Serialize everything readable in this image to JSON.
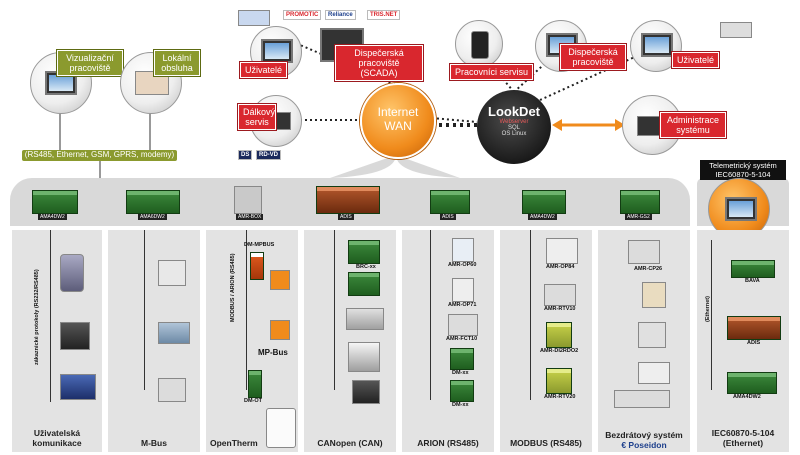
{
  "top": {
    "internet": {
      "line1": "Internet",
      "line2": "WAN"
    },
    "lookdet": {
      "title": "LookDet",
      "line1": "Webserver",
      "line2": "SQL",
      "line3": "OS Linux"
    },
    "nodes": {
      "vizualizacni": "Vizualizační pracoviště",
      "lokalni": "Lokální obsluha",
      "uzivatele_left": "Uživatelé",
      "dispecerska_scada": "Dispečerská pracoviště (SCADA)",
      "dalkovy_servis": "Dálkový servis",
      "pracovnici_servisu": "Pracovníci servisu",
      "dispecerska_right": "Dispečerská pracoviště",
      "uzivatele_right": "Uživatelé",
      "administrace": "Administrace systému",
      "telemetricky": "Telemetrický systém IEC60870-5-104"
    },
    "local_band": "(RS485, Ethernet, GSM, GPRS, modemy)",
    "logos": [
      "PROMOTIC",
      "Reliance",
      "TRIS.NET"
    ],
    "ds_logos": [
      "DS",
      "RD-VD"
    ]
  },
  "bus_tags": [
    "AMA4DW2",
    "AMA6DW2",
    "AMR-BOX",
    "ADIS",
    "ADIS",
    "AMA4DW2",
    "AMR-GS2"
  ],
  "columns": [
    {
      "title": "Uživatelská komunikace",
      "vertical": "zákaznické protokoly (RS232/RS485)"
    },
    {
      "title": "M-Bus"
    },
    {
      "title": "OpenTherm",
      "vertical": "MODBUS / ARION (RS485)",
      "devices": [
        "DM-MPBUS",
        "DM-OT"
      ],
      "mpbus": "MP-Bus"
    },
    {
      "title": "CANopen (CAN)",
      "devices": [
        "BRC-xx"
      ]
    },
    {
      "title": "ARION (RS485)",
      "devices": [
        "AMR-OP60",
        "AMR-OP71",
        "AMR-FCT10",
        "DM-xx",
        "DM-xx"
      ]
    },
    {
      "title": "MODBUS (RS485)",
      "devices": [
        "AMR-OP84",
        "AMR-RTV10",
        "AMR-DI2RDO2",
        "AMR-RTV20"
      ]
    },
    {
      "title": "Bezdrátový systém",
      "brand": "Poseidon",
      "devices": [
        "AMR-CP26"
      ]
    },
    {
      "title": "IEC60870-5-104 (Ethernet)",
      "vertical": "(Ethernet)",
      "devices": [
        "BAVA",
        "ADIS",
        "AMA4DW2"
      ]
    }
  ],
  "colors": {
    "red": "#d9272e",
    "olive": "#8b9a2e",
    "orange": "#f08b1c",
    "grey": "#e3e3e3"
  }
}
